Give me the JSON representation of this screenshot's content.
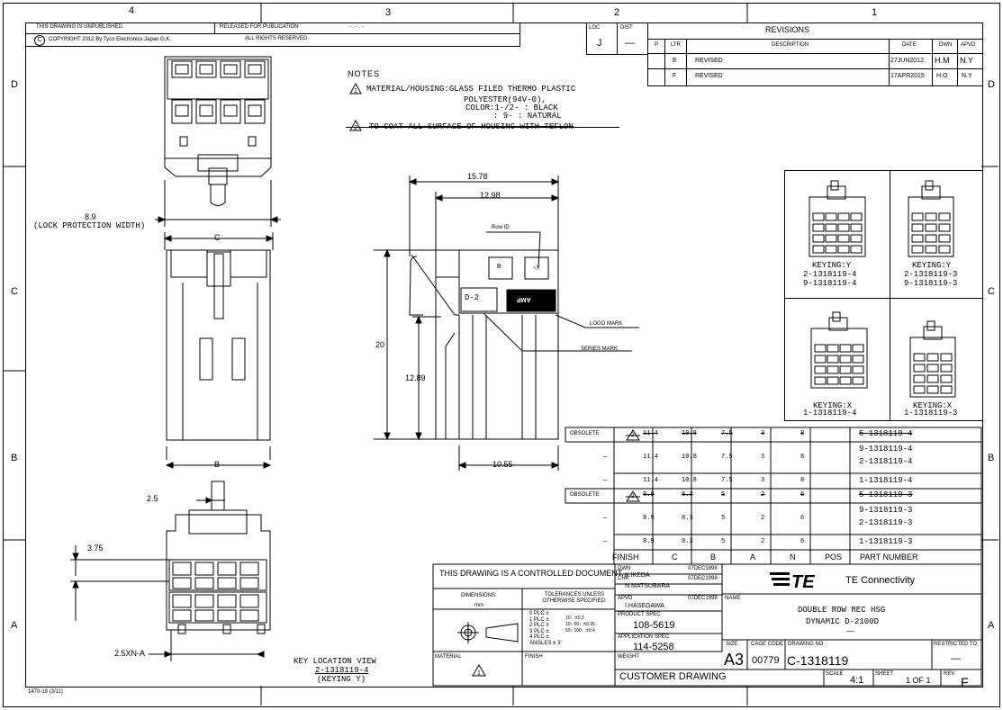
{
  "zones": {
    "top": [
      "4",
      "3",
      "2",
      "1"
    ],
    "left": [
      "D",
      "C",
      "B",
      "A"
    ],
    "right": [
      "D",
      "C",
      "B",
      "A"
    ]
  },
  "header": {
    "unpublished": "THIS DRAWING IS UNPUBLISHED.",
    "released": "RELEASED FOR PUBLICATION",
    "released_val": "- . - . -",
    "copyright": "COPYRIGHT 2012 By Tyco Electronics Japan G.K.",
    "copyright_symbol": "C",
    "rights": "ALL RIGHTS RESERVED.",
    "loc_label": "LOC",
    "loc_val": "J",
    "dist_label": "DIST",
    "dist_val": "—"
  },
  "revisions": {
    "title": "REVISIONS",
    "headers": [
      "P",
      "LTR",
      "DESCRIPTION",
      "DATE",
      "DWN",
      "APVD"
    ],
    "rows": [
      {
        "p": "",
        "ltr": "E",
        "desc": "REVISED",
        "date": "27JUN2012",
        "dwn": "H.M",
        "apvd": "N.Y"
      },
      {
        "p": "",
        "ltr": "F",
        "desc": "REVISED",
        "date": "17APR2015",
        "dwn": "H.O",
        "apvd": "N.Y"
      }
    ]
  },
  "notes": {
    "title": "NOTES",
    "note1_num": "1",
    "note1_line1": "MATERIAL/HOUSING:GLASS FILED THERMO PLASTIC",
    "note1_line2": "POLYESTER(94V-0),",
    "note1_line3": "COLOR:1-/2-  : BLACK",
    "note1_line4": ": 9-    : NATURAL",
    "note2_num": "2",
    "note2_text": "TO COAT ALL SURFACE OF HOUSING WITH TEFLON"
  },
  "dims": {
    "d1578": "15.78",
    "d1298": "12.98",
    "d20": "20",
    "d1289": "12.89",
    "d1055": "10.55",
    "d89": "8.9",
    "lock_protection": "(LOCK PROTECTION WIDTH)",
    "c": "C",
    "b": "B",
    "d25": "2.5",
    "d375": "3.75",
    "d25xn": "2.5XN-A"
  },
  "callouts": {
    "row_id": "Row ID",
    "logo_mark": "LOGO MARK",
    "series_mark": "SERIES MARK",
    "d2": "D-2",
    "amp": "AMP",
    "b_mark": "B"
  },
  "key_view": {
    "title": "KEY LOCATION VIEW",
    "part": "2-1318119-4",
    "keying": "(KEYING Y)"
  },
  "keying_views": [
    {
      "key": "KEYING:Y",
      "parts": [
        "2-1318119-4",
        "9-1318119-4"
      ]
    },
    {
      "key": "KEYING:Y",
      "parts": [
        "2-1318119-3",
        "9-1318119-3"
      ]
    },
    {
      "key": "KEYING:X",
      "parts": [
        "1-1318119-4"
      ]
    },
    {
      "key": "KEYING:X",
      "parts": [
        "1-1318119-3"
      ]
    }
  ],
  "parts_table": {
    "headers": [
      "FINISH",
      "C",
      "B",
      "A",
      "N",
      "POS",
      "PART NUMBER"
    ],
    "rows": [
      {
        "status": "OBSOLETE",
        "finish": "2",
        "c": "11.4",
        "b": "10.8",
        "a": "7.5",
        "n": "3",
        "pos": "8",
        "parts": [
          "5-1318119-4"
        ],
        "obsolete": true
      },
      {
        "status": "",
        "finish": "—",
        "c": "11.4",
        "b": "10.8",
        "a": "7.5",
        "n": "3",
        "pos": "8",
        "parts": [
          "9-1318119-4",
          "2-1318119-4"
        ],
        "obsolete": false
      },
      {
        "status": "",
        "finish": "—",
        "c": "11.4",
        "b": "10.8",
        "a": "7.5",
        "n": "3",
        "pos": "8",
        "parts": [
          "1-1318119-4"
        ],
        "obsolete": false
      },
      {
        "status": "OBSOLETE",
        "finish": "2",
        "c": "8.9",
        "b": "8.3",
        "a": "5",
        "n": "2",
        "pos": "6",
        "parts": [
          "5-1318119-3"
        ],
        "obsolete": true
      },
      {
        "status": "",
        "finish": "—",
        "c": "8.9",
        "b": "8.3",
        "a": "5",
        "n": "2",
        "pos": "6",
        "parts": [
          "9-1318119-3",
          "2-1318119-3"
        ],
        "obsolete": false
      },
      {
        "status": "",
        "finish": "—",
        "c": "8.9",
        "b": "8.3",
        "a": "5",
        "n": "2",
        "pos": "6",
        "parts": [
          "1-1318119-3"
        ],
        "obsolete": false
      }
    ]
  },
  "title_block": {
    "controlled": "THIS DRAWING IS A CONTROLLED DOCUMENT.",
    "dwn_label": "DWN",
    "dwn_name": "K.IKEDA",
    "dwn_date": "07DEC1998",
    "chk_label": "CHK",
    "chk_name": "N.MATSUBARA",
    "chk_date": "07DEC1998",
    "apvd_label": "APVD",
    "apvd_name": "I.HASEGAWA",
    "apvd_date": "07DEC1998",
    "dimensions_label": "DIMENSIONS:",
    "dimensions_unit": "mm",
    "tolerances": "TOLERANCES UNLESS OTHERWISE SPECIFIED:",
    "tol_lines": [
      "0 PLC  ±",
      "1 PLC  ±",
      "2 PLC  ±",
      "3 PLC  ±",
      "4 PLC  ±",
      "ANGLES  ± 3°"
    ],
    "tol_vals": [
      "10↓ :±0.3",
      "10↑ 50↓ :±0.35",
      "50↑ 100↓ :±0.4"
    ],
    "product_spec_label": "PRODUCT SPEC",
    "product_spec": "108-5619",
    "application_spec_label": "APPLICATION SPEC",
    "application_spec": "114-5258",
    "weight_label": "WEIGHT",
    "material_label": "MATERIAL",
    "material_note": "1",
    "finish_label": "FINISH",
    "company": "TE Connectivity",
    "logo": "TE",
    "name_label": "NAME",
    "name_line1": "DOUBLE ROW REC HSG",
    "name_line2": "DYNAMIC D-2100D",
    "name_line3": "—",
    "size_label": "SIZE",
    "size": "A3",
    "cage_label": "CAGE CODE",
    "cage": "00779",
    "dwg_label": "DRAWING NO",
    "dwg_no": "C-1318119",
    "restricted_label": "RESTRICTED TO",
    "restricted": "—",
    "customer": "CUSTOMER DRAWING",
    "scale_label": "SCALE",
    "scale": "4:1",
    "sheet_label": "SHEET",
    "sheet": "1 OF 1",
    "rev_label": "REV",
    "rev": "F"
  },
  "form_id": "1470-19 (3/11)"
}
